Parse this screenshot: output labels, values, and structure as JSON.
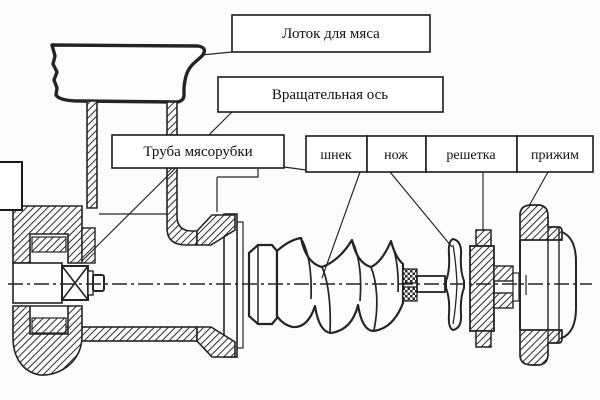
{
  "diagram": {
    "kind": "exploded cross-section technical drawing",
    "colors": {
      "background": "#fcfcfc",
      "line": "#242424",
      "box_border": "#1a1a1a",
      "box_fill": "#ffffff"
    },
    "labels": {
      "meat_tray": "Лоток для мяса",
      "rotation_axis": "Вращательная ось",
      "grinder_tube": "Труба мясорубки",
      "auger": "шнек",
      "knife": "нож",
      "grate": "решетка",
      "clamp": "прижим"
    }
  }
}
